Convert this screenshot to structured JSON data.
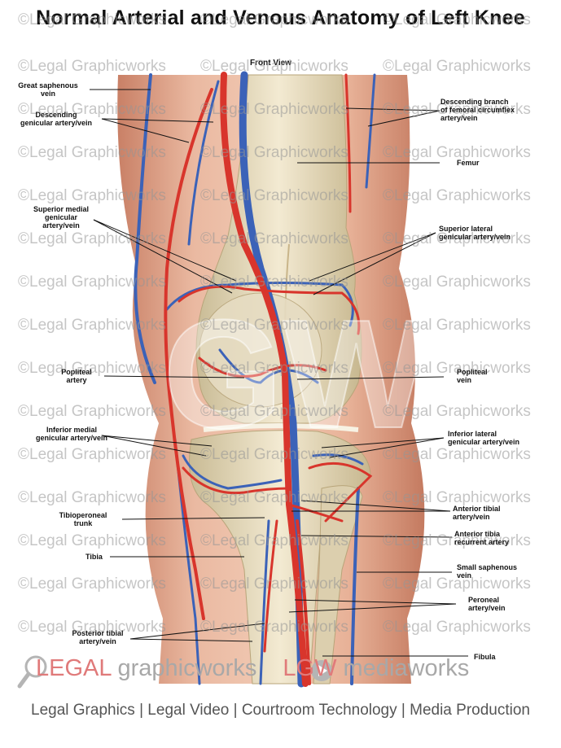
{
  "title": "Normal Arterial and Venous Anatomy of Left Knee",
  "view_label": "Front View",
  "watermark_text": "©Legal Graphicworks",
  "labels": {
    "great_saphenous": [
      "Great saphenous",
      "vein"
    ],
    "descending_genicular": [
      "Descending",
      "genicular artery/vein"
    ],
    "descending_femoral_circumflex": [
      "Descending branch",
      "of femoral circumflex",
      "artery/vein"
    ],
    "femur": "Femur",
    "superior_medial": [
      "Superior medial",
      "genicular",
      "artery/vein"
    ],
    "superior_lateral": [
      "Superior lateral",
      "genicular artery/vein"
    ],
    "popliteal_artery": [
      "Popliteal",
      "artery"
    ],
    "popliteal_vein": [
      "Popliteal",
      "vein"
    ],
    "inferior_medial": [
      "Inferior medial",
      "genicular artery/vein"
    ],
    "inferior_lateral": [
      "Inferior lateral",
      "genicular artery/vein"
    ],
    "tibioperoneal": [
      "Tibioperoneal",
      "trunk"
    ],
    "anterior_tibial": [
      "Anterior tibial",
      "artery/vein"
    ],
    "anterior_tibia_recurrent": [
      "Anterior tibia",
      "recurrent artery"
    ],
    "tibia": "Tibia",
    "small_saphenous": [
      "Small saphenous",
      "vein"
    ],
    "peroneal": [
      "Peroneal",
      "artery/vein"
    ],
    "posterior_tibial": [
      "Posterior tibial",
      "artery/vein"
    ],
    "fibula": "Fibula"
  },
  "brand": {
    "legal": "LEGAL",
    "graphicworks": " graphicworks",
    "lgw": " LGW",
    "mediaworks": " mediaworks"
  },
  "footer": "Legal Graphics | Legal Video | Courtroom Technology | Media Production",
  "colors": {
    "artery": "#d8352c",
    "vein": "#3b62b8",
    "skin": "#e9b59c",
    "bone": "#e8dcc0"
  }
}
